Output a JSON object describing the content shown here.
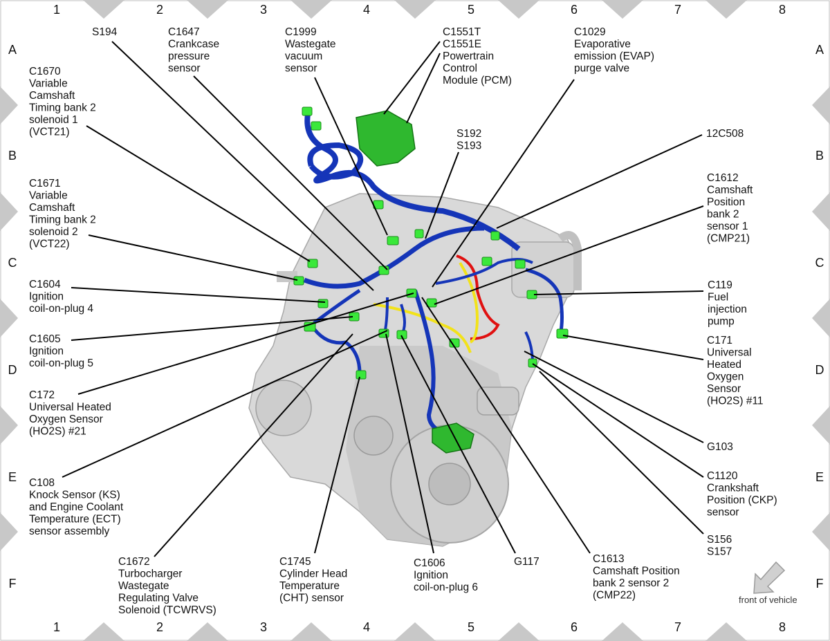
{
  "grid": {
    "columns": [
      "1",
      "2",
      "3",
      "4",
      "5",
      "6",
      "7",
      "8"
    ],
    "rows": [
      "A",
      "B",
      "C",
      "D",
      "E",
      "F"
    ]
  },
  "callouts": [
    {
      "id": "s194",
      "lines": [
        "S194"
      ]
    },
    {
      "id": "c1647",
      "lines": [
        "C1647",
        "Crankcase",
        "pressure",
        "sensor"
      ]
    },
    {
      "id": "c1999",
      "lines": [
        "C1999",
        "Wastegate",
        "vacuum",
        "sensor"
      ]
    },
    {
      "id": "c1551",
      "lines": [
        "C1551T",
        "C1551E",
        "Powertrain",
        "Control",
        "Module (PCM)"
      ]
    },
    {
      "id": "c1029",
      "lines": [
        "C1029",
        "Evaporative",
        "emission (EVAP)",
        "purge valve"
      ]
    },
    {
      "id": "c1670",
      "lines": [
        "C1670",
        "Variable",
        "Camshaft",
        "Timing bank 2",
        "solenoid 1",
        "(VCT21)"
      ]
    },
    {
      "id": "s192",
      "lines": [
        "S192",
        "S193"
      ]
    },
    {
      "id": "12c508",
      "lines": [
        "12C508"
      ]
    },
    {
      "id": "c1671",
      "lines": [
        "C1671",
        "Variable",
        "Camshaft",
        "Timing bank 2",
        "solenoid 2",
        "(VCT22)"
      ]
    },
    {
      "id": "c1612",
      "lines": [
        "C1612",
        "Camshaft",
        "Position",
        "bank 2",
        "sensor 1",
        "(CMP21)"
      ]
    },
    {
      "id": "c1604",
      "lines": [
        "C1604",
        "Ignition",
        "coil-on-plug 4"
      ]
    },
    {
      "id": "c119",
      "lines": [
        "C119",
        "Fuel",
        "injection",
        "pump"
      ]
    },
    {
      "id": "c1605",
      "lines": [
        "C1605",
        "Ignition",
        "coil-on-plug 5"
      ]
    },
    {
      "id": "c171",
      "lines": [
        "C171",
        "Universal",
        "Heated",
        "Oxygen",
        "Sensor",
        "(HO2S) #11"
      ]
    },
    {
      "id": "c172",
      "lines": [
        "C172",
        "Universal Heated",
        "Oxygen Sensor",
        "(HO2S) #21"
      ]
    },
    {
      "id": "g103",
      "lines": [
        "G103"
      ]
    },
    {
      "id": "c108",
      "lines": [
        "C108",
        "Knock Sensor (KS)",
        "and Engine Coolant",
        "Temperature (ECT)",
        "sensor assembly"
      ]
    },
    {
      "id": "c1120",
      "lines": [
        "C1120",
        "Crankshaft",
        "Position (CKP)",
        "sensor"
      ]
    },
    {
      "id": "s156",
      "lines": [
        "S156",
        "S157"
      ]
    },
    {
      "id": "c1672",
      "lines": [
        "C1672",
        "Turbocharger",
        "Wastegate",
        "Regulating Valve",
        "Solenoid (TCWRVS)"
      ]
    },
    {
      "id": "c1745",
      "lines": [
        "C1745",
        "Cylinder Head",
        "Temperature",
        "(CHT) sensor"
      ]
    },
    {
      "id": "c1606",
      "lines": [
        "C1606",
        "Ignition",
        "coil-on-plug 6"
      ]
    },
    {
      "id": "g117",
      "lines": [
        "G117"
      ]
    },
    {
      "id": "c1613",
      "lines": [
        "C1613",
        "Camshaft Position",
        "bank 2 sensor 2",
        "(CMP22)"
      ]
    }
  ],
  "footnote": "front of vehicle",
  "colors": {
    "harness": "#1535b8",
    "connector": "#3ae83a",
    "pcm": "#2fb82f",
    "engine": "#d9d9d9",
    "engine_shadow": "#b5b5b5",
    "border_triangle": "#c8c8c8",
    "red_wire": "#e01010",
    "yellow_wire": "#f2e21a"
  }
}
